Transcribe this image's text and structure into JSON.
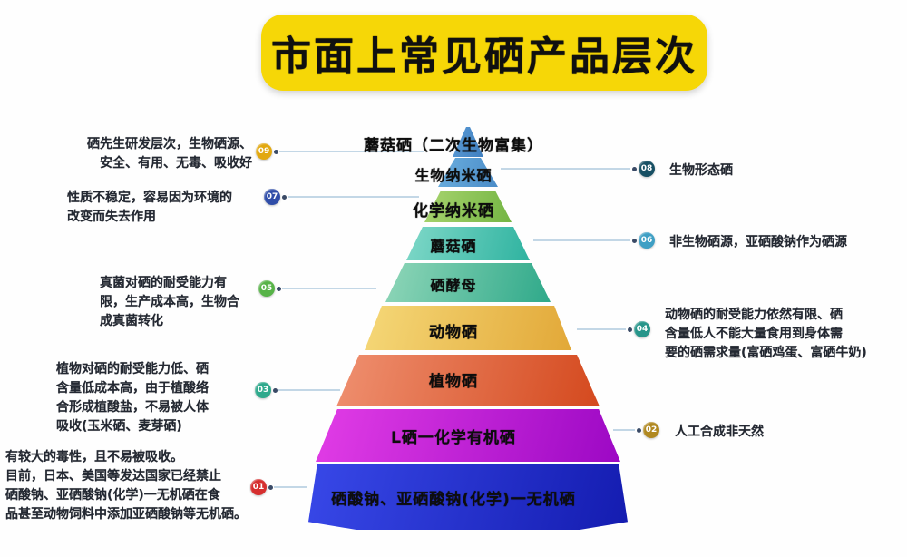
{
  "title": "市面上常见硒产品层次",
  "pyramid": {
    "levels": [
      {
        "label": "蘑菇硒（二次生物富集）",
        "color_light": "#5b9bd5",
        "color_dark": "#3f7fc0"
      },
      {
        "label": "生物纳米硒",
        "color_light": "#6aaede",
        "color_dark": "#4b8cc8"
      },
      {
        "label": "化学纳米硒",
        "color_light": "#a8d46e",
        "color_dark": "#74b544"
      },
      {
        "label": "蘑菇硒",
        "color_light": "#7fd8c8",
        "color_dark": "#2fb3a0"
      },
      {
        "label": "硒酵母",
        "color_light": "#8fd6b8",
        "color_dark": "#2fa98a"
      },
      {
        "label": "动物硒",
        "color_light": "#f5d878",
        "color_dark": "#e2a838"
      },
      {
        "label": "植物硒",
        "color_light": "#ef9070",
        "color_dark": "#d4491e"
      },
      {
        "label": "L硒一化学有机硒",
        "color_light": "#e23de6",
        "color_dark": "#9c08c4"
      },
      {
        "label": "硒酸钠、亚硒酸钠(化学)一无机硒",
        "color_light": "#3848e8",
        "color_dark": "#141cb0"
      }
    ]
  },
  "left_annotations": [
    {
      "num": "09",
      "badge_color": "#e2a80f",
      "text": "硒先生研发层次，生物硒源、\n安全、有用、无毒、吸收好"
    },
    {
      "num": "07",
      "badge_color": "#2f4da8",
      "text": "性质不稳定，容易因为环境的\n改变而失去作用"
    },
    {
      "num": "05",
      "badge_color": "#57b348",
      "text": "真菌对硒的耐受能力有\n限，生产成本高，生物合\n成真菌转化"
    },
    {
      "num": "03",
      "badge_color": "#2fa98c",
      "text": "植物对硒的耐受能力低、硒\n含量低成本高，由于植酸络\n合形成植酸盐，不易被人体\n吸收(玉米硒、麦芽硒)"
    },
    {
      "num": "01",
      "badge_color": "#d62f2f",
      "text": "有较大的毒性，且不易被吸收。\n目前，日本、美国等发达国家已经禁止\n硒酸钠、亚硒酸钠(化学)一无机硒在食\n品甚至动物饲料中添加亚硒酸钠等无机硒。"
    }
  ],
  "right_annotations": [
    {
      "num": "08",
      "badge_color": "#174f63",
      "text": "生物形态硒"
    },
    {
      "num": "06",
      "badge_color": "#3e9fc4",
      "text": "非生物硒源，亚硒酸钠作为硒源"
    },
    {
      "num": "04",
      "badge_color": "#27958a",
      "text": "动物硒的耐受能力依然有限、硒\n含量低人不能大量食用到身体需\n要的硒需求量(富硒鸡蛋、富硒牛奶)"
    },
    {
      "num": "02",
      "badge_color": "#b08820",
      "text": "人工合成非天然"
    }
  ],
  "style": {
    "title_bg": "#f6d707",
    "connector_color": "#c3d7e6"
  }
}
